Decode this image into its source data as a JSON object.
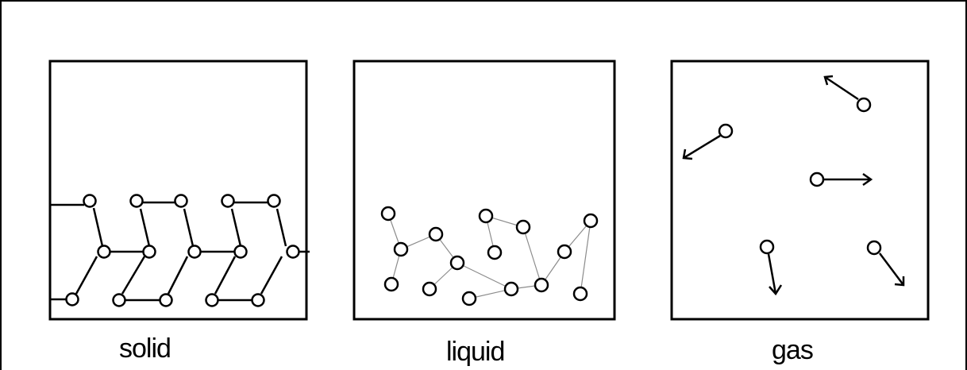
{
  "colors": {
    "background": "#ffffff",
    "ink": "#000000",
    "weak_bond": "#8c8c8c"
  },
  "panels": [
    {
      "key": "solid",
      "label": "solid"
    },
    {
      "key": "liquid",
      "label": "liquid"
    },
    {
      "key": "gas",
      "label": "gas"
    }
  ]
}
